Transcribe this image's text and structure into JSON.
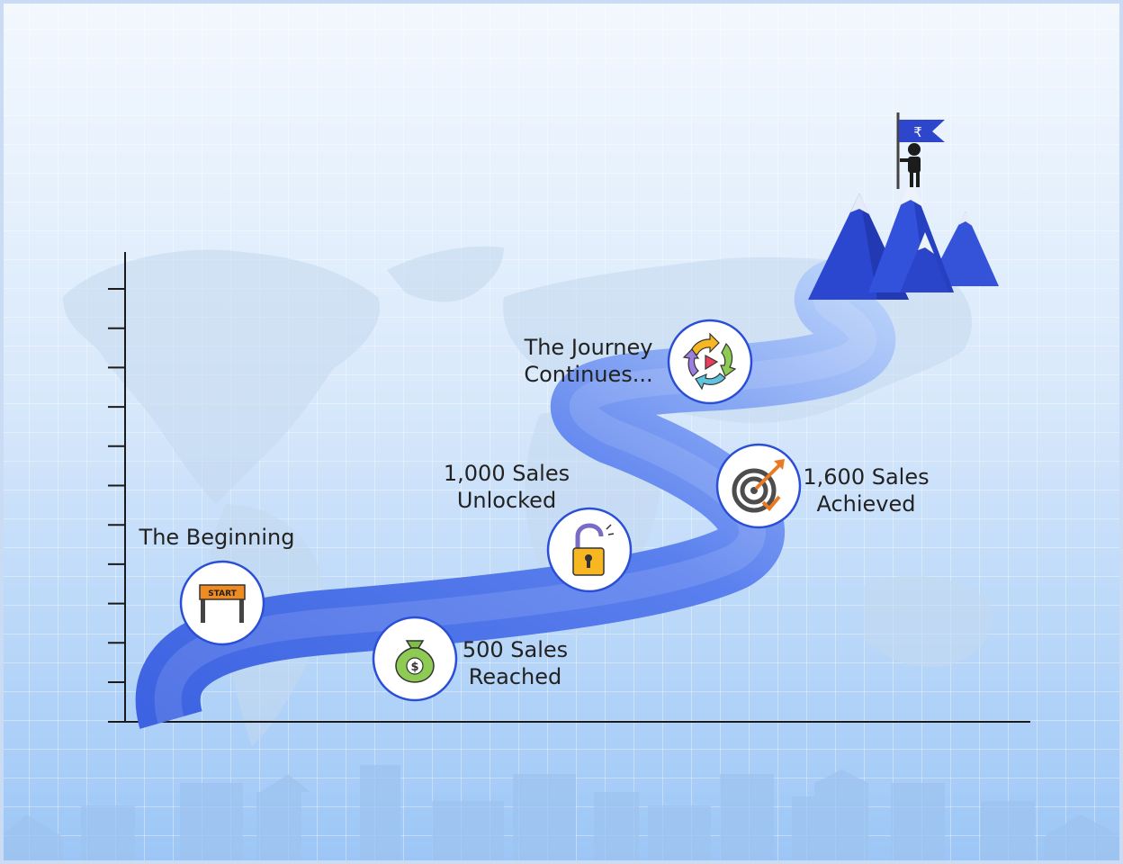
{
  "milestones": [
    {
      "line1": "The Beginning",
      "line2": ""
    },
    {
      "line1": "500 Sales",
      "line2": "Reached"
    },
    {
      "line1": "1,000 Sales",
      "line2": "Unlocked"
    },
    {
      "line1": "The Journey",
      "line2": "Continues..."
    },
    {
      "line1": "1,600 Sales",
      "line2": "Achieved"
    }
  ],
  "icons": {
    "start_sign": "START",
    "flag": "₹",
    "coin": "$"
  },
  "colors": {
    "road": "#4d74e8",
    "mountain": "#2e46cc",
    "circle_border": "#2a4fd6",
    "lock": "#f6b722",
    "money_bag": "#8dcb54",
    "target": "#e87a24"
  }
}
